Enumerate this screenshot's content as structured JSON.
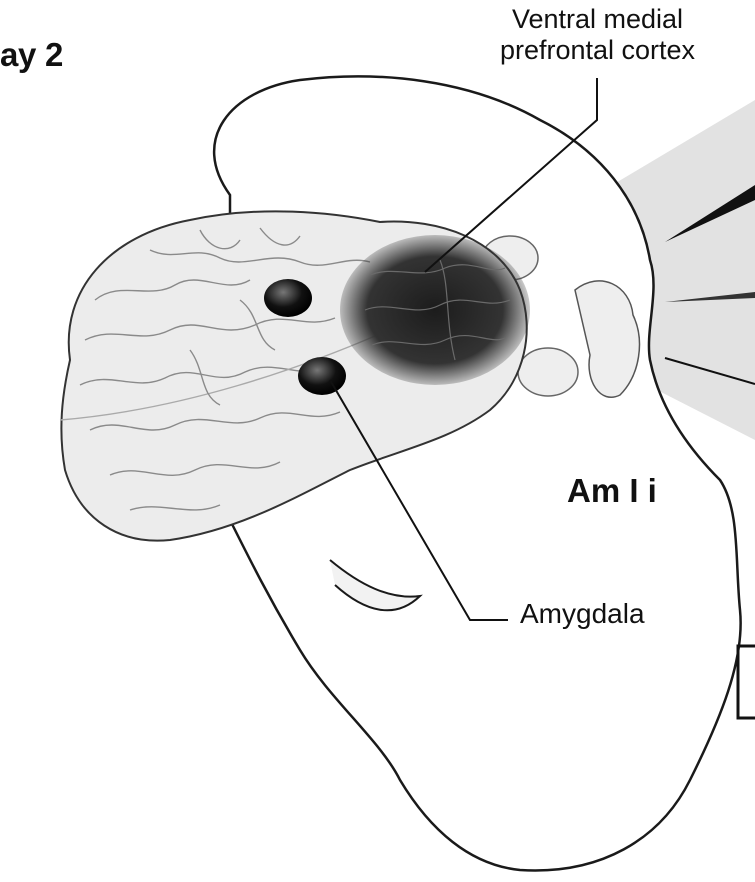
{
  "heading": "ay 2",
  "labels": {
    "vmpfc_line1": "Ventral medial",
    "vmpfc_line2": "prefrontal cortex",
    "amygdala": "Amygdala",
    "question": "Am I i"
  },
  "colors": {
    "outline": "#1a1a1a",
    "brain_fill": "#ececec",
    "highlight": "#2a2a2a",
    "beam": "#dcdcdc"
  }
}
